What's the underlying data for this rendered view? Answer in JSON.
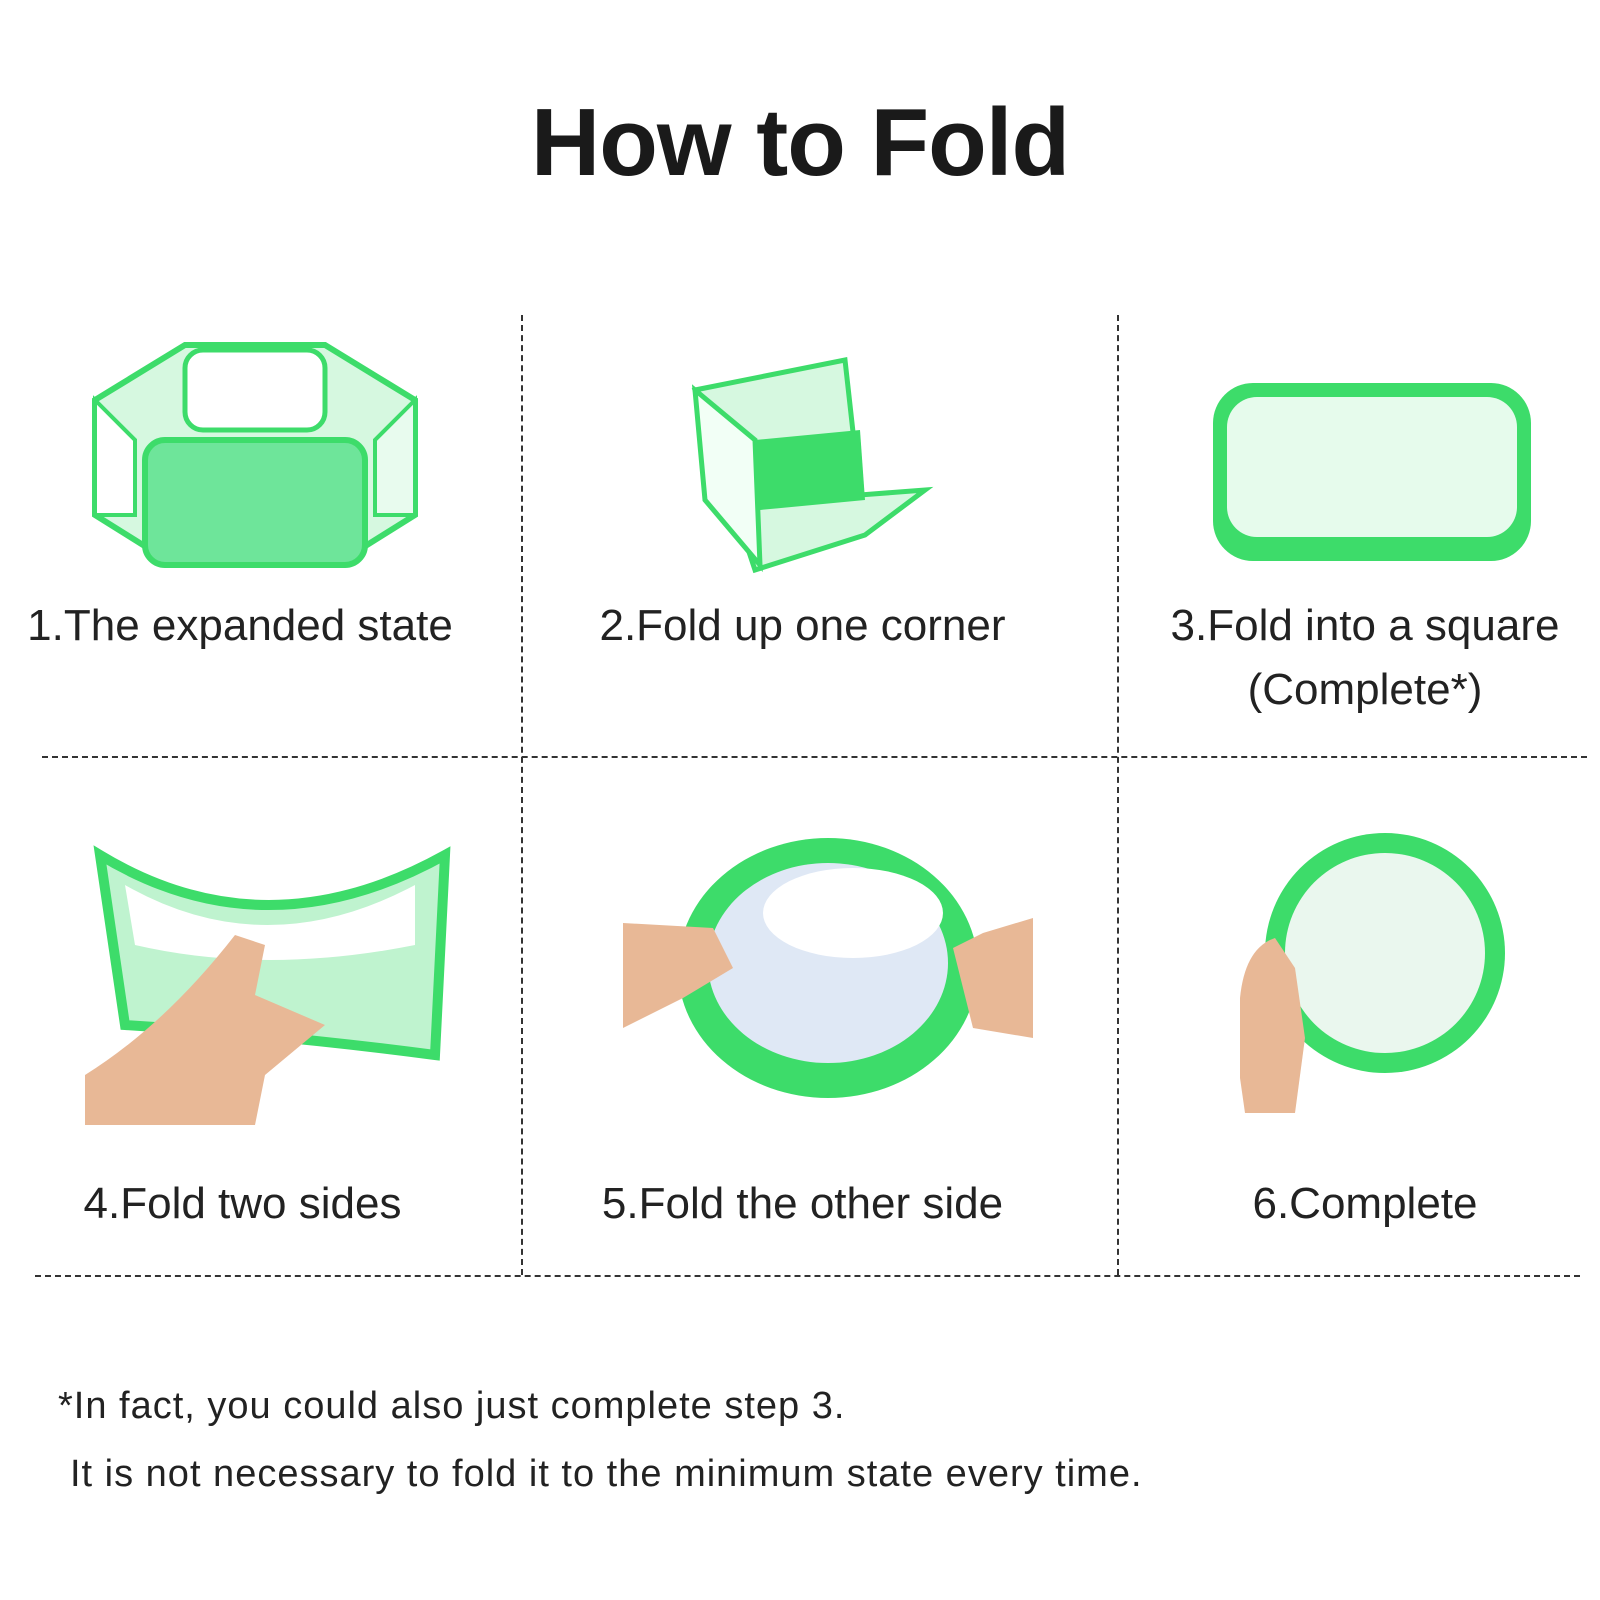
{
  "title": "How to Fold",
  "steps": [
    {
      "label": "1.The expanded state"
    },
    {
      "label": "2.Fold up one corner"
    },
    {
      "label": "3.Fold into a square",
      "sub": "(Complete*)"
    },
    {
      "label": "4.Fold two sides"
    },
    {
      "label": "5.Fold the other side"
    },
    {
      "label": "6.Complete"
    }
  ],
  "note": {
    "line1": "*In fact, you could also just complete step 3.",
    "line2": "It is not necessary to fold it to the minimum state every time."
  },
  "colors": {
    "green": "#3ddc6a",
    "mesh": "#c8f5d6"
  }
}
